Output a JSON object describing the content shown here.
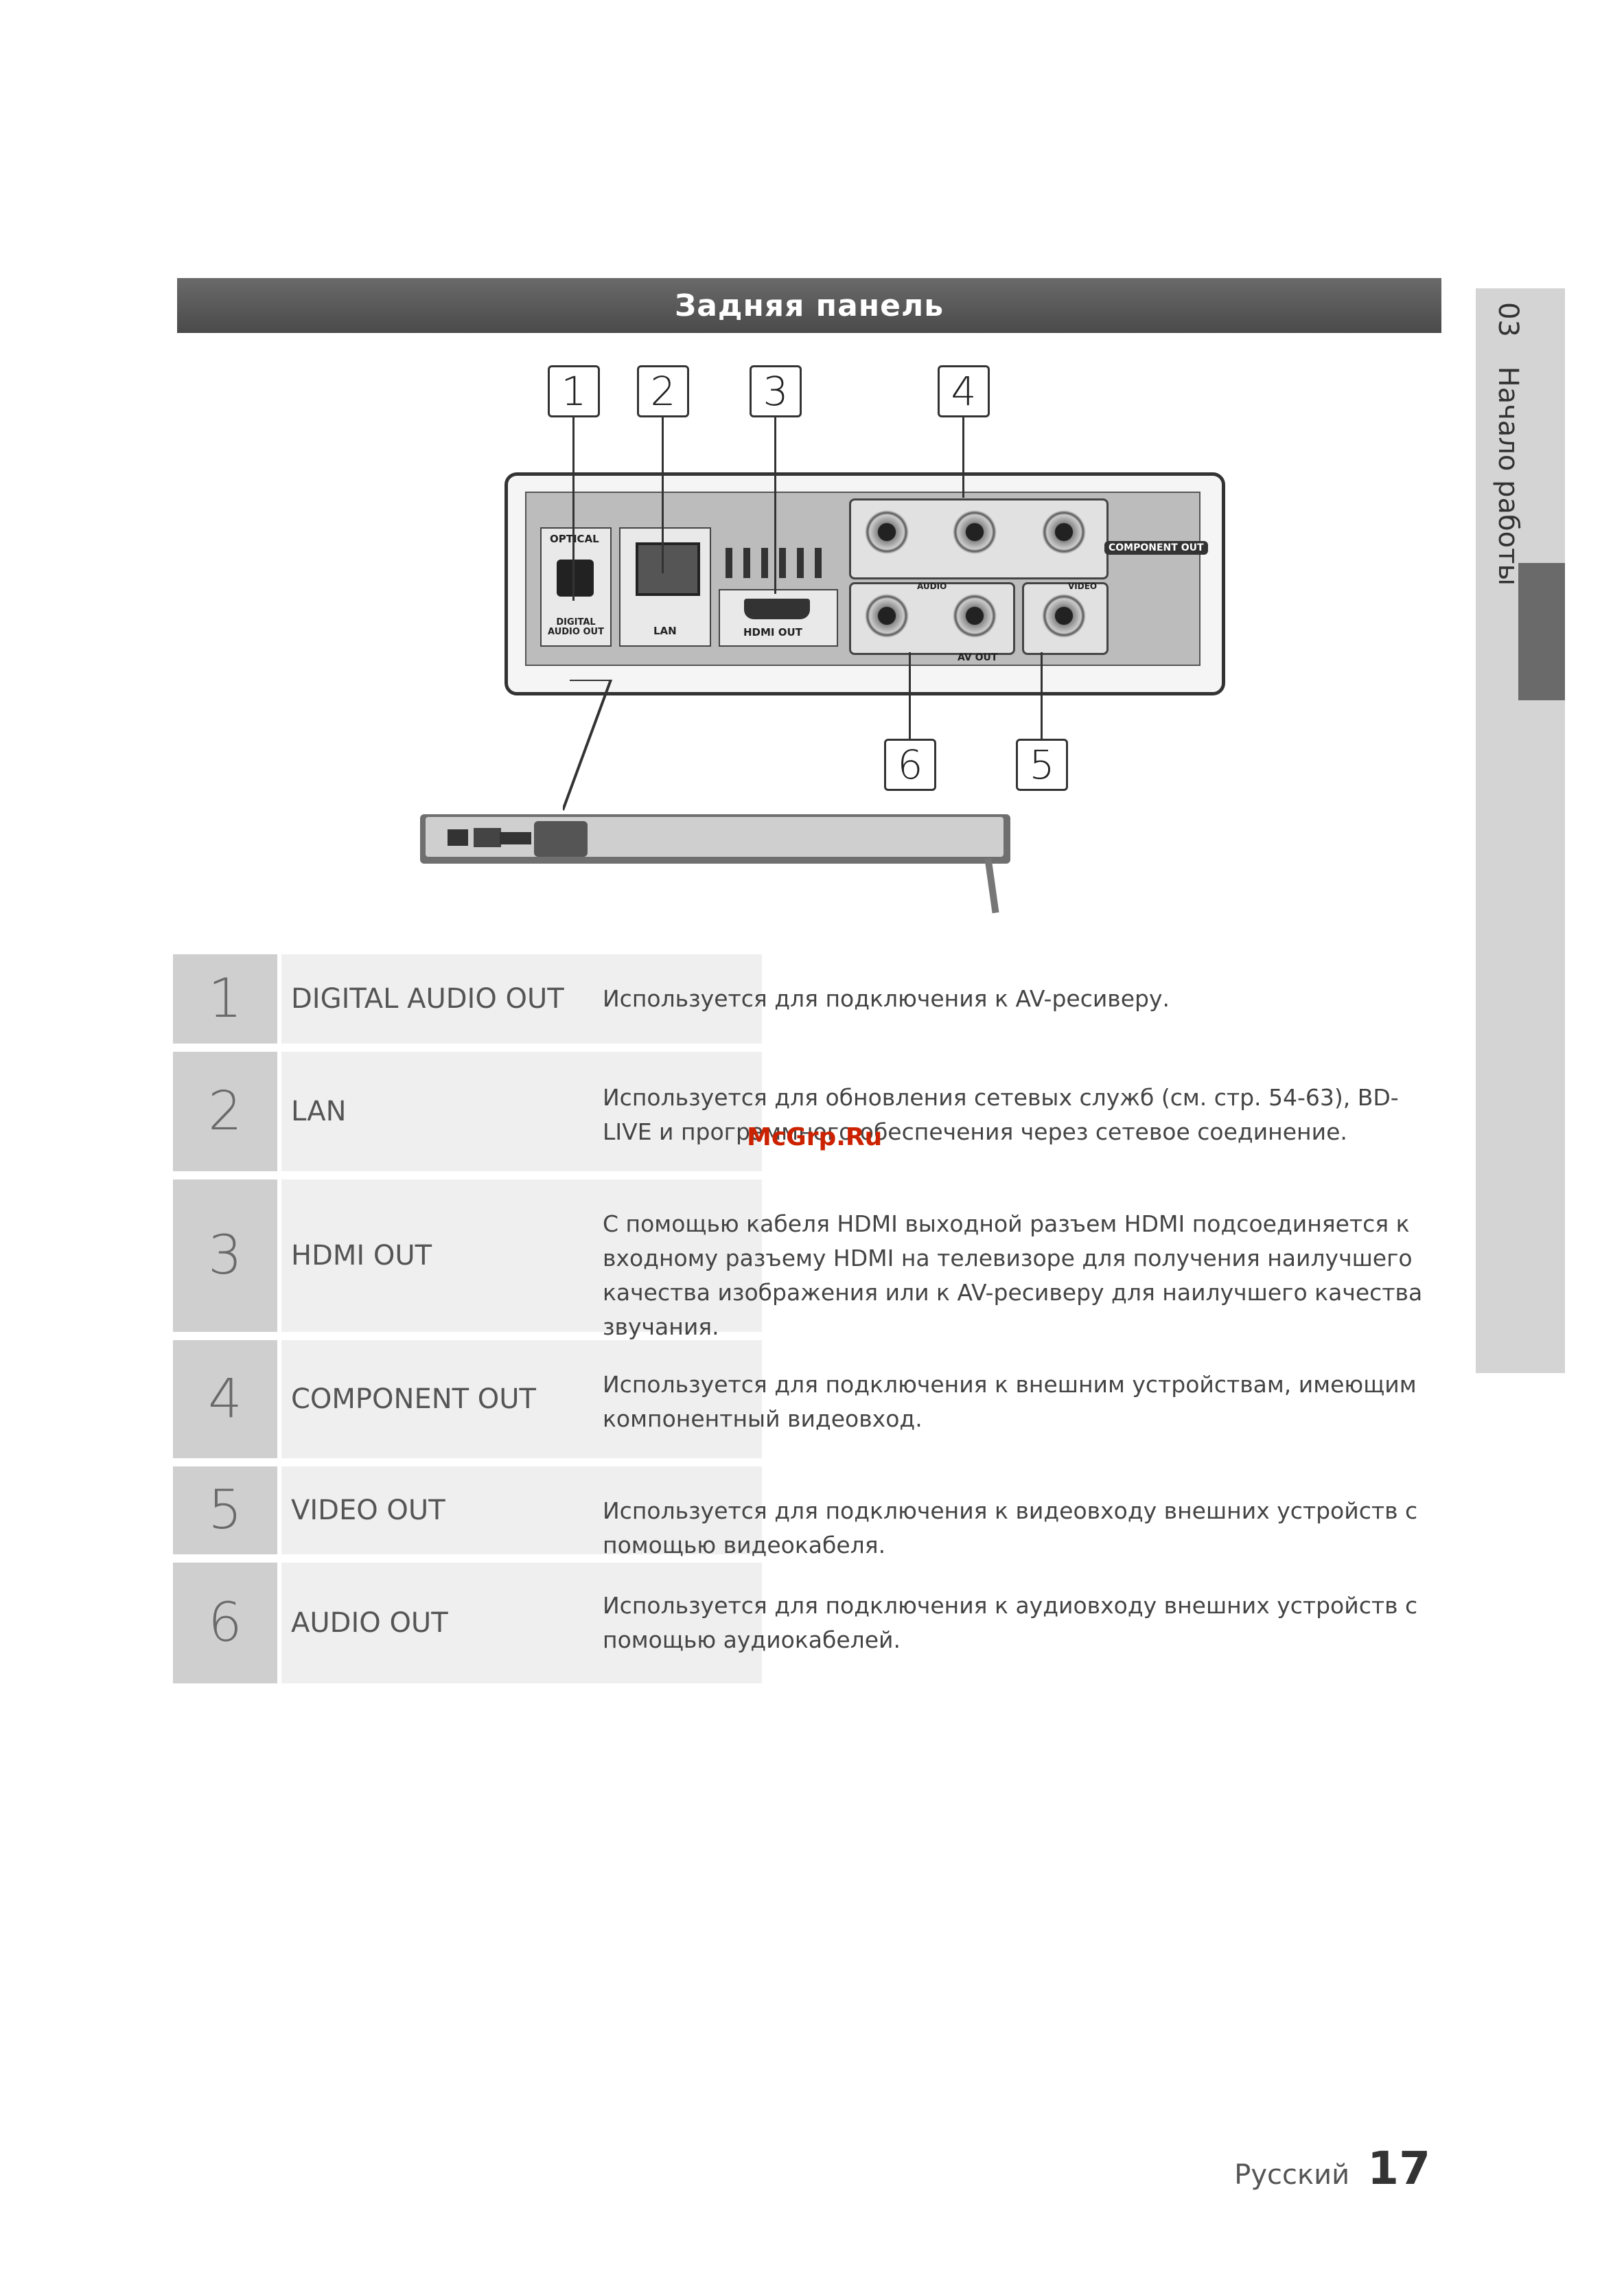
{
  "header": {
    "title": "Задняя панель"
  },
  "side_tab": {
    "chapter_number": "03",
    "chapter_title": "Начало работы"
  },
  "callouts": [
    "1",
    "2",
    "3",
    "4",
    "5",
    "6"
  ],
  "panel_labels": {
    "optical": "OPTICAL",
    "digital_audio_out": "DIGITAL AUDIO OUT",
    "lan": "LAN",
    "hdmi_out": "HDMI OUT",
    "audio": "AUDIO",
    "av_out": "AV OUT",
    "video": "VIDEO",
    "component_out": "COMPONENT OUT"
  },
  "features": [
    {
      "num": "1",
      "name": "DIGITAL AUDIO OUT",
      "desc": "Используется для подключения к AV-ресиверу."
    },
    {
      "num": "2",
      "name": "LAN",
      "desc": "Используется для обновления сетевых служб (см. стр. 54-63), BD-LIVE и программного обеспечения через сетевое соединение."
    },
    {
      "num": "3",
      "name": "HDMI OUT",
      "desc": "С помощью кабеля HDMI выходной разъем HDMI подсоединяется к входному разъему HDMI на телевизоре для получения наилучшего качества изображения или к AV-ресиверу для наилучшего качества звучания."
    },
    {
      "num": "4",
      "name": "COMPONENT OUT",
      "desc": "Используется для подключения к внешним устройствам, имеющим компонентный видеовход."
    },
    {
      "num": "5",
      "name": "VIDEO OUT",
      "desc": "Используется для подключения к видеовходу внешних устройств с помощью видеокабеля."
    },
    {
      "num": "6",
      "name": "AUDIO OUT",
      "desc": "Используется для подключения к аудиовходу внешних устройств с помощью аудиокабелей."
    }
  ],
  "watermark": "McGrp.Ru",
  "footer": {
    "language": "Русский",
    "page_number": "17"
  }
}
